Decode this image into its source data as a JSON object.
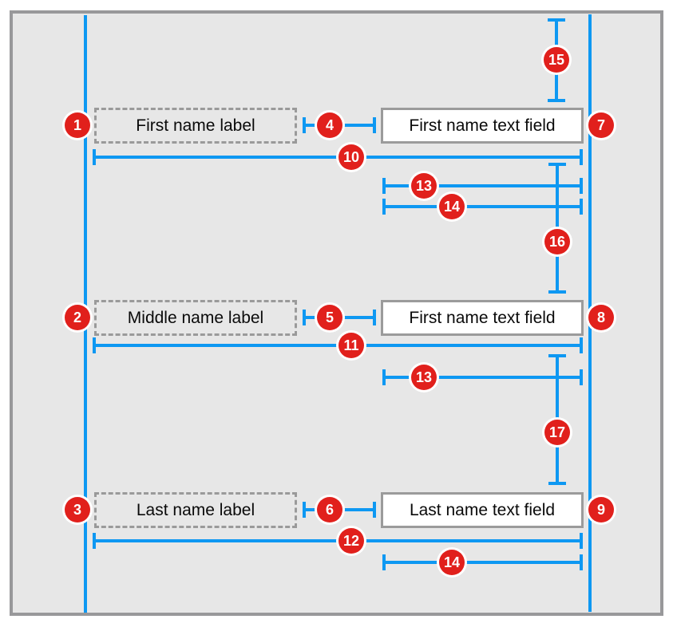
{
  "colors": {
    "blue": "#0e98f2",
    "red": "#e1201c",
    "bg": "#e7e7e7",
    "frame": "#98989a",
    "dash": "#9a9a9a",
    "fieldbg": "#ffffff",
    "fieldborder": "#9b9b9b",
    "text": "#0a0a0a",
    "badgetext": "#ffffff",
    "page": "#ffffff"
  },
  "rows": [
    {
      "label": "First name label",
      "field": "First name text field"
    },
    {
      "label": "Middle name label",
      "field": "First name text field"
    },
    {
      "label": "Last name label",
      "field": "Last name text field"
    }
  ],
  "badges": {
    "b1": "1",
    "b2": "2",
    "b3": "3",
    "b4": "4",
    "b5": "5",
    "b6": "6",
    "b7": "7",
    "b8": "8",
    "b9": "9",
    "b10": "10",
    "b11": "11",
    "b12": "12",
    "b13": "13",
    "b14": "14",
    "b15": "15",
    "b16": "16",
    "b17": "17"
  }
}
